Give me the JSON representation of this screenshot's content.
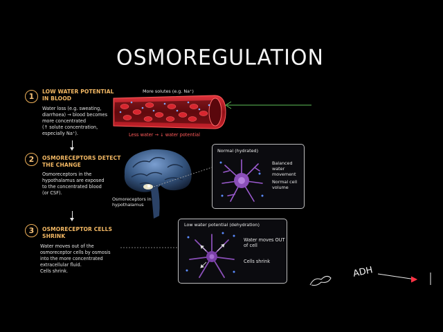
{
  "title": "OSMOREGULATION",
  "steps": [
    {
      "number": "1",
      "heading_line1": "LOW WATER POTENTIAL",
      "heading_line2": "IN BLOOD",
      "body": [
        "Water loss (e.g. sweating,",
        "diarrhoea) → blood becomes",
        "more concentrated",
        "(↑ solute concentration,",
        "especially Na⁺)."
      ]
    },
    {
      "number": "2",
      "heading_line1": "OSMORECEPTORS DETECT",
      "heading_line2": "THE CHANGE",
      "body": [
        "Osmoreceptors in the",
        "hypothalamus are exposed",
        "to the concentrated blood",
        "(or CSF)."
      ]
    },
    {
      "number": "3",
      "heading_line1": "OSMORECEPTOR CELLS",
      "heading_line2": "SHRINK",
      "body": [
        "Water moves out of the",
        "osmoreceptor cells by osmosis",
        "into the more concentrated",
        "extracellular fluid.",
        "Cells shrink."
      ]
    }
  ],
  "vessel": {
    "top_label": "More solutes (e.g. Na⁺)",
    "bottom_label": "Less water → ↓ water potential"
  },
  "brain": {
    "label_line1": "Osmoreceptors in",
    "label_line2": "hypothalamus"
  },
  "panel_normal": {
    "title": "Normal (hydrated)",
    "note1_line1": "Balanced water",
    "note1_line2": "movement",
    "note2_line1": "Normal cell",
    "note2_line2": "volume"
  },
  "panel_low": {
    "title": "Low water potential (dehydration)",
    "note1_line1": "Water moves OUT",
    "note1_line2": "of cell",
    "note2": "Cells shrink"
  },
  "handwriting": {
    "adh": "ADH"
  },
  "colors": {
    "accent": "#f4b964",
    "vessel": "#c8232c",
    "arrow_green": "#5fc25a",
    "neuron": "#8a4fb8"
  }
}
